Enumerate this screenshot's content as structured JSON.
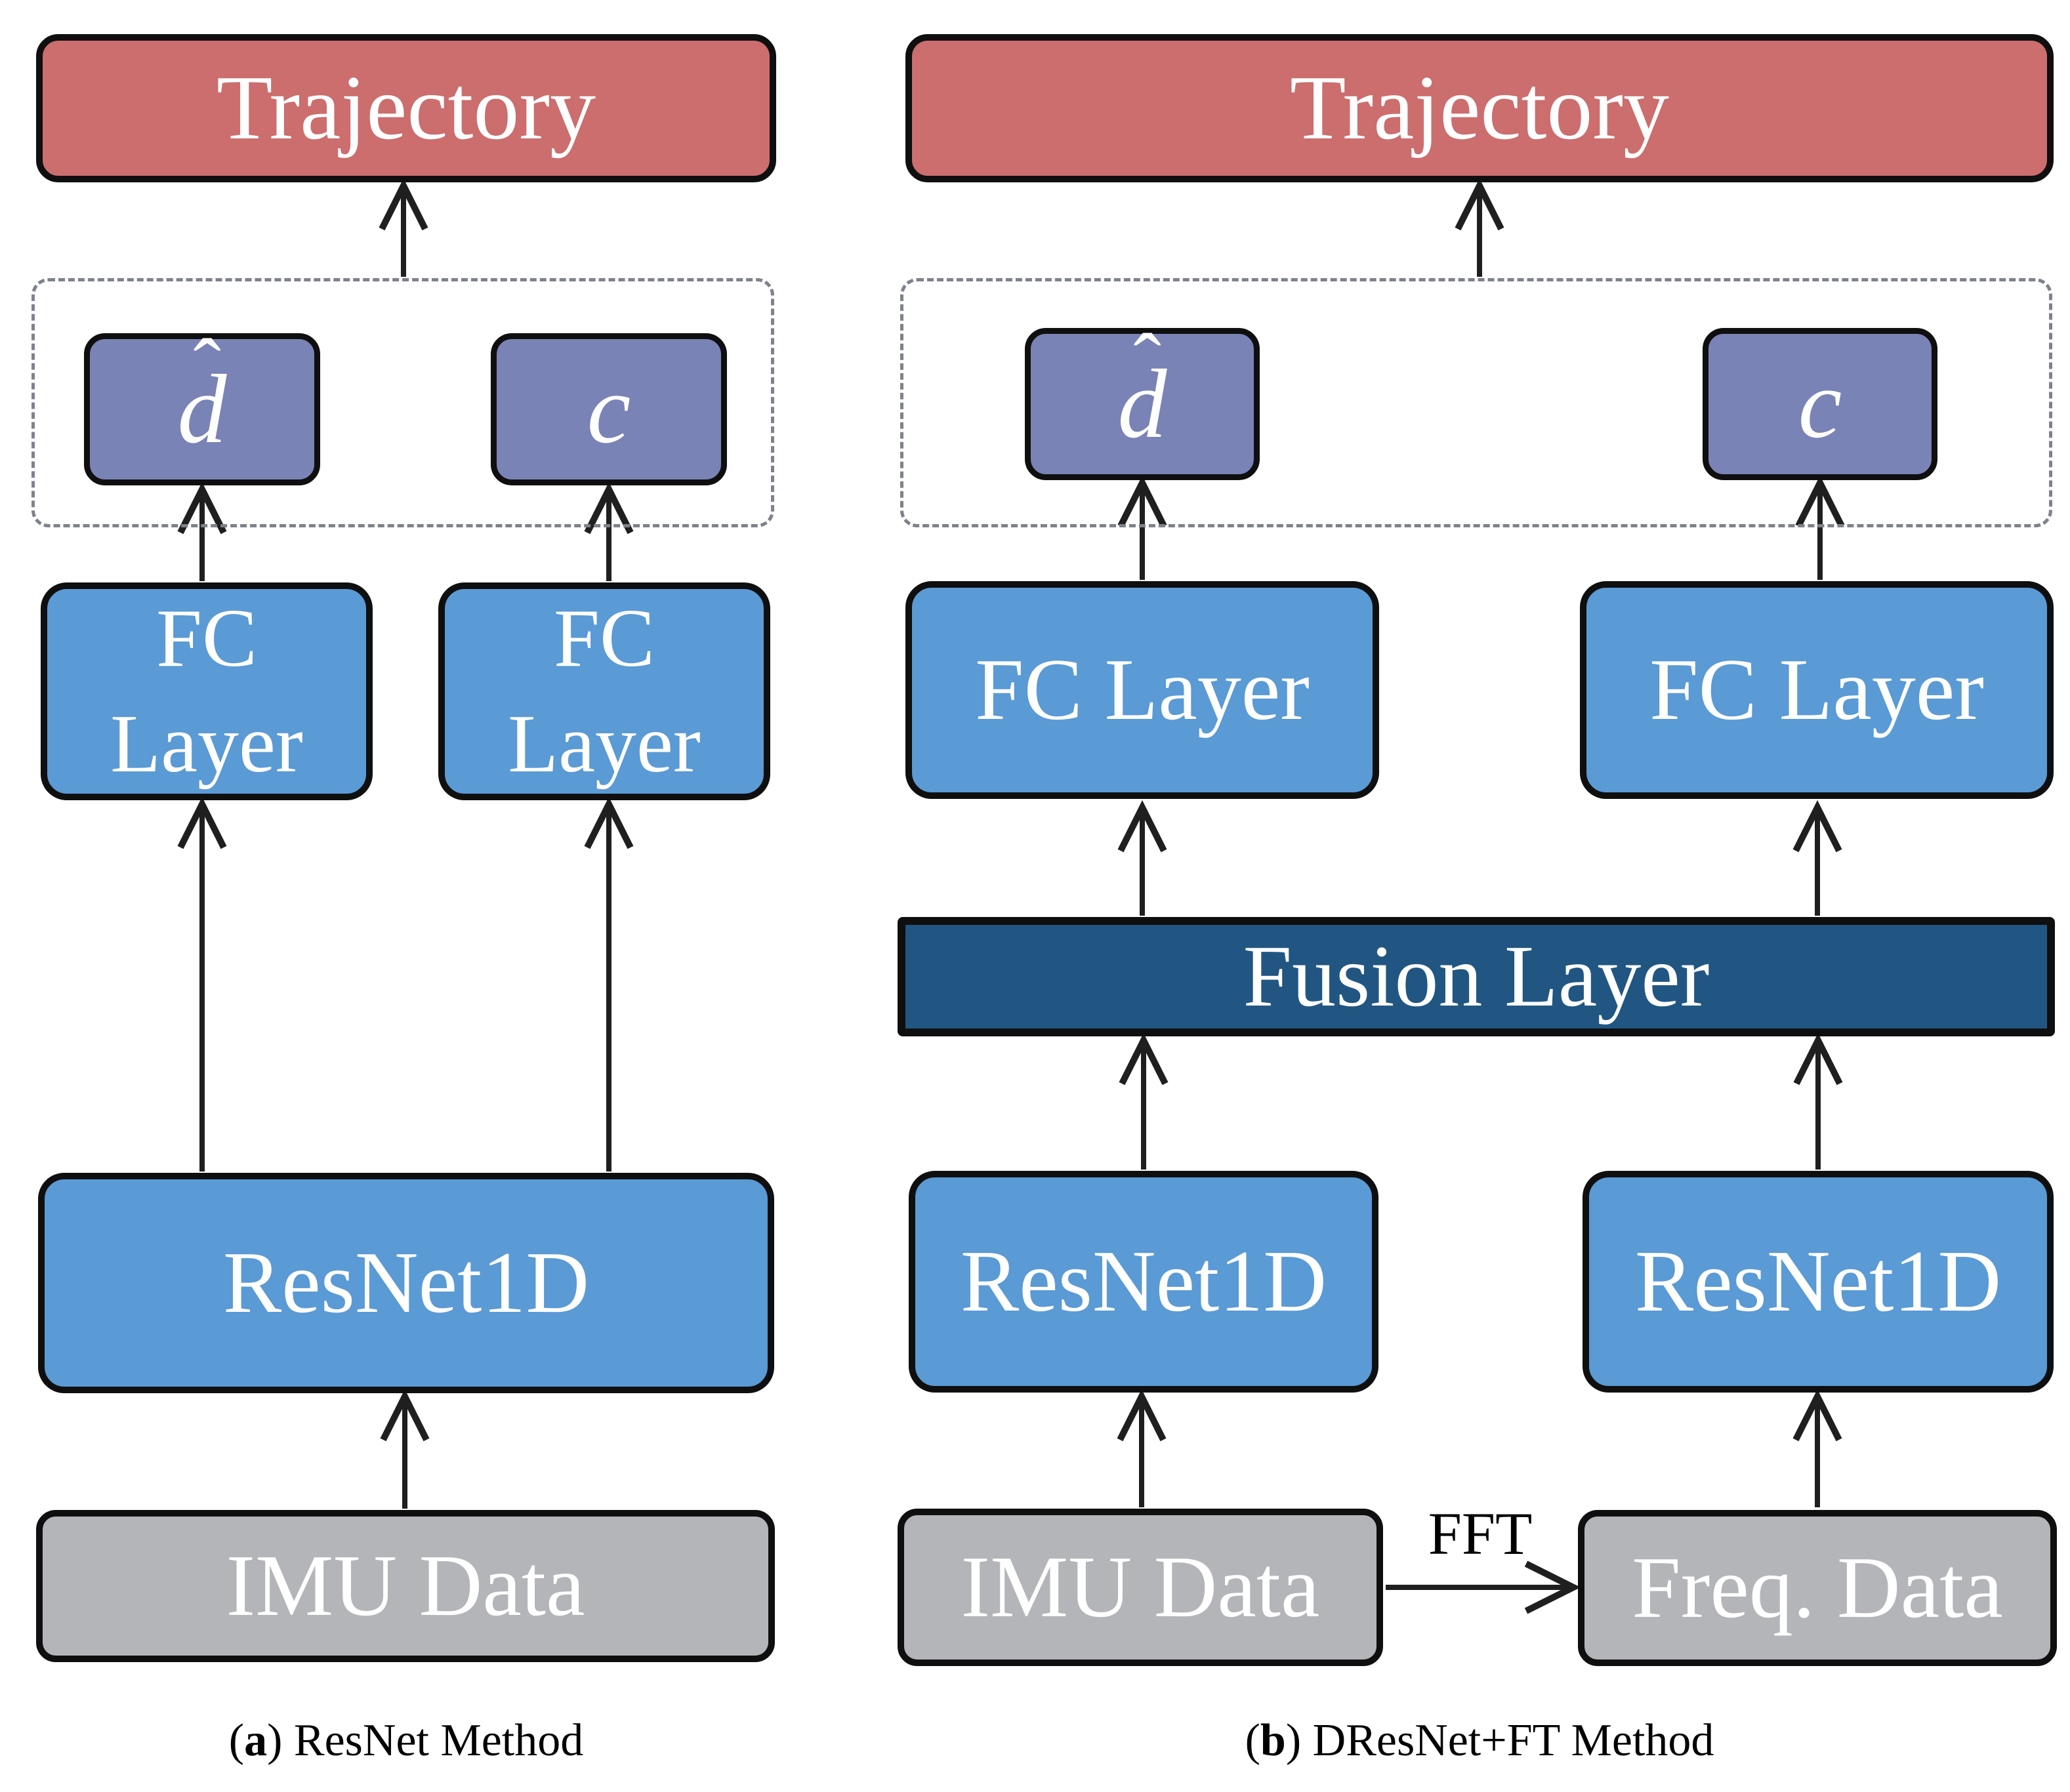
{
  "colors": {
    "trajectory_fill": "#cc6d6e",
    "blue_fill": "#5a9ad5",
    "purple_fill": "#7a83b5",
    "gray_fill": "#b3b5b9",
    "fusion_fill": "#215682",
    "box_border": "#0f0f0f",
    "dashed_border": "#7d828c",
    "arrow_color": "#1f1f1f",
    "label_text": "#ffffff",
    "caption_text": "#000000"
  },
  "panel_a": {
    "trajectory_label": "Trajectory",
    "outputs": {
      "d_hat_letter": "d",
      "d_hat_accent": "ˆ",
      "c_label": "c"
    },
    "fc_left": {
      "line1": "FC",
      "line2": "Layer"
    },
    "fc_right": {
      "line1": "FC",
      "line2": "Layer"
    },
    "resnet_label": "ResNet1D",
    "imu_label": "IMU Data",
    "caption": {
      "open": "(",
      "letter": "a",
      "rest": ") ResNet Method"
    }
  },
  "panel_b": {
    "trajectory_label": "Trajectory",
    "outputs": {
      "d_hat_letter": "d",
      "d_hat_accent": "ˆ",
      "c_label": "c"
    },
    "fc_left_label": "FC Layer",
    "fc_right_label": "FC Layer",
    "fusion_label": "Fusion Layer",
    "resnet_left_label": "ResNet1D",
    "resnet_right_label": "ResNet1D",
    "imu_label": "IMU Data",
    "freq_label": "Freq. Data",
    "fft_label": "FFT",
    "caption": {
      "open": "(",
      "letter": "b",
      "rest": ") DResNet+FT Method"
    }
  }
}
